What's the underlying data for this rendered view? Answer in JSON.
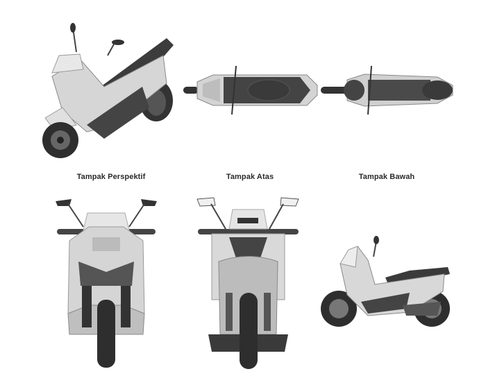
{
  "figure": {
    "subject": "scooter design patent drawings",
    "views": [
      {
        "id": "perspective",
        "caption": "Tampak Perspektif"
      },
      {
        "id": "top",
        "caption": "Tampak Atas"
      },
      {
        "id": "bottom",
        "caption": "Tampak Bawah"
      },
      {
        "id": "front",
        "caption": ""
      },
      {
        "id": "rear",
        "caption": ""
      },
      {
        "id": "side",
        "caption": ""
      }
    ]
  },
  "colors": {
    "background": "#ffffff",
    "dark": "#3a3a3a",
    "mid": "#8a8a8a",
    "light": "#d8d8d8",
    "caption": "#2a2a2a"
  }
}
